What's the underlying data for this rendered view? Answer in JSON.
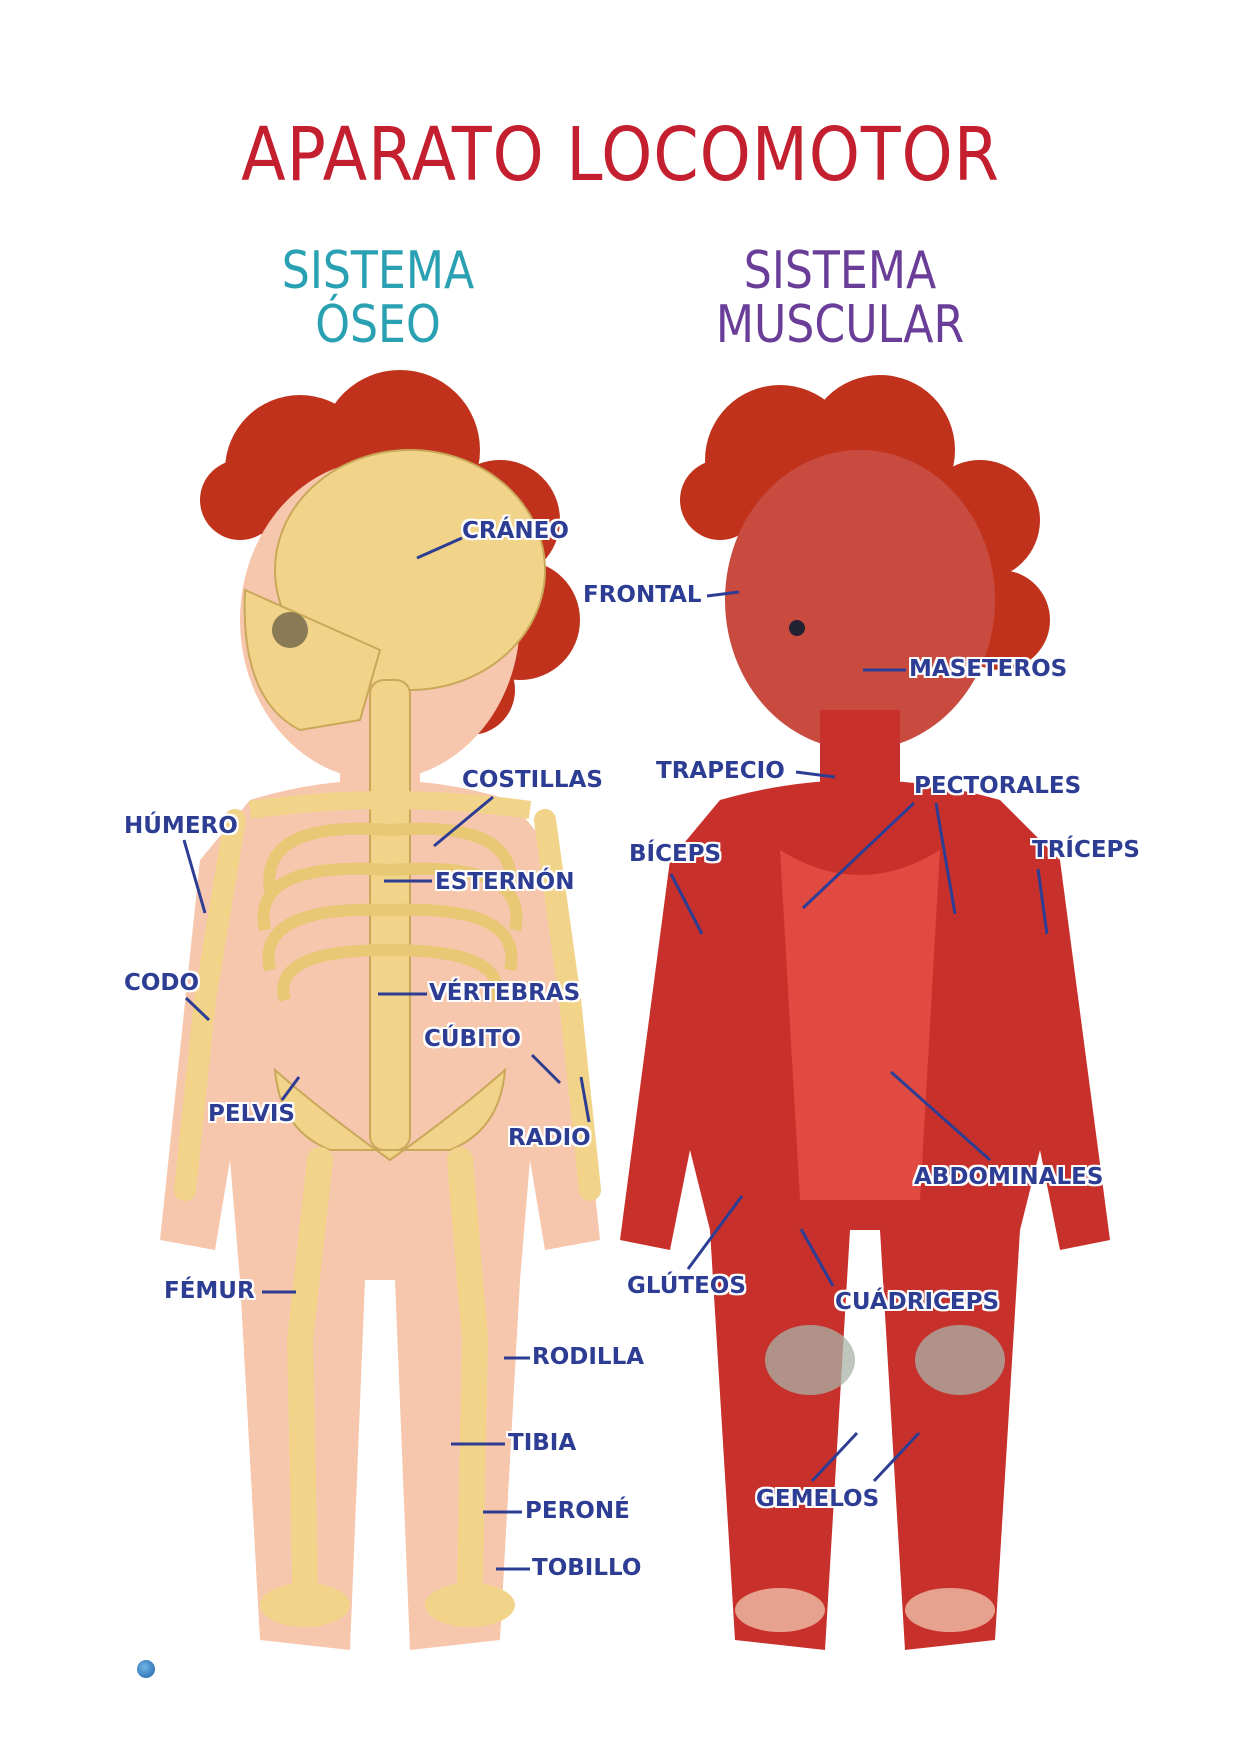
{
  "title": "APARATO LOCOMOTOR",
  "sections": {
    "skeletal": {
      "line1": "SISTEMA",
      "line2": "ÓSEO",
      "color": "#2aa1b2"
    },
    "muscular": {
      "line1": "SISTEMA",
      "line2": "MUSCULAR",
      "color": "#6a3d98"
    }
  },
  "skeletal_labels": {
    "craneo": "CRÁNEO",
    "costillas": "COSTILLAS",
    "humero": "HÚMERO",
    "esternon": "ESTERNÓN",
    "codo": "CODO",
    "vertebras": "VÉRTEBRAS",
    "cubito": "CÚBITO",
    "pelvis": "PELVIS",
    "radio": "RADIO",
    "femur": "FÉMUR",
    "rodilla": "RODILLA",
    "tibia": "TIBIA",
    "perone": "PERONÉ",
    "tobillo": "TOBILLO"
  },
  "muscular_labels": {
    "frontal": "FRONTAL",
    "maseteros": "MASETEROS",
    "trapecio": "TRAPECIO",
    "pectorales": "PECTORALES",
    "biceps": "BÍCEPS",
    "triceps": "TRÍCEPS",
    "abdominales": "ABDOMINALES",
    "gluteos": "GLÚTEOS",
    "cuadriceps": "CUÁDRICEPS",
    "gemelos": "GEMELOS"
  },
  "colors": {
    "title": "#c41f2e",
    "label": "#2e3d94",
    "bone": "#f1d48a",
    "skin": "#f6c6ad",
    "muscle": "#c8302b",
    "hair": "#c0321c"
  }
}
